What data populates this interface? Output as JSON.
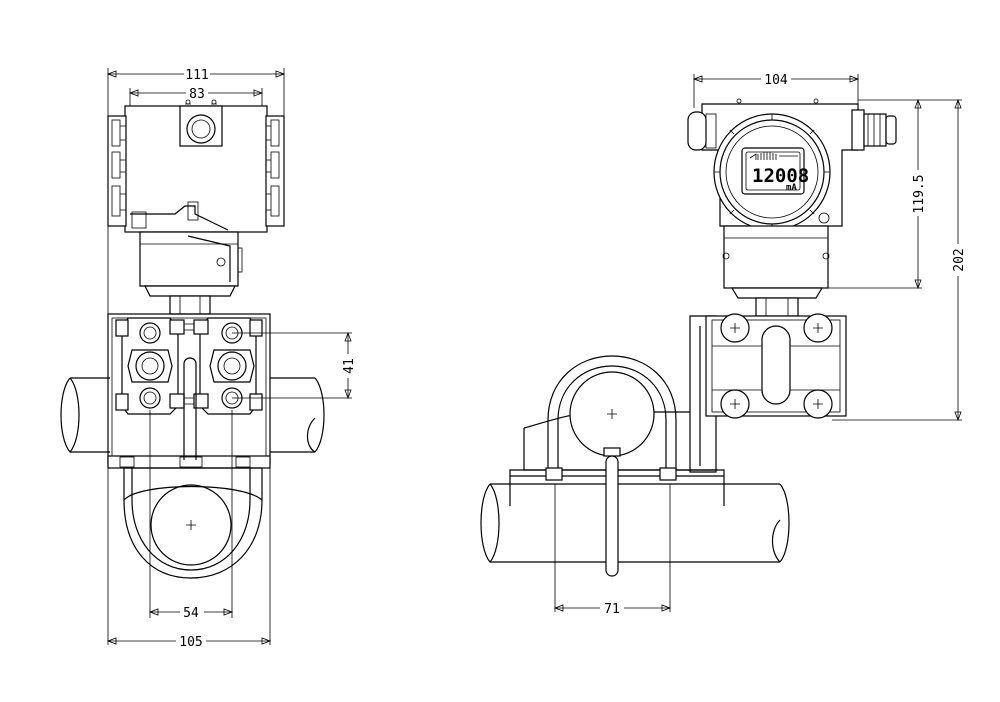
{
  "dimensions": {
    "front_top_width": "111",
    "front_inner_width": "83",
    "front_bolt_spacing_vertical": "41",
    "front_bolt_spacing_horizontal": "54",
    "front_bracket_width": "105",
    "side_top_width": "104",
    "side_height_short": "119.5",
    "side_height_total": "202",
    "side_ubolt_spacing": "71"
  },
  "display": {
    "reading": "12008",
    "unit": "mA"
  }
}
